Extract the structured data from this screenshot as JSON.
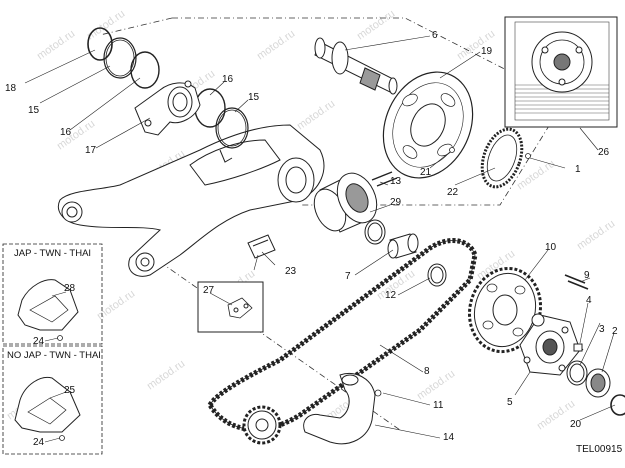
{
  "diagram": {
    "code": "TEL00915",
    "watermark": "motod.ru",
    "boxes": {
      "jap": "JAP - TWN - THAI",
      "nojap": "NO JAP - TWN - THAI"
    },
    "callouts": [
      "1",
      "2",
      "3",
      "4",
      "5",
      "6",
      "7",
      "8",
      "9",
      "10",
      "11",
      "12",
      "13",
      "14",
      "15",
      "15",
      "16",
      "16",
      "17",
      "18",
      "19",
      "20",
      "21",
      "22",
      "23",
      "24",
      "24",
      "25",
      "26",
      "27",
      "28",
      "29"
    ],
    "colors": {
      "line": "#222222",
      "watermark": "#d8d8d8",
      "background": "#ffffff"
    }
  }
}
